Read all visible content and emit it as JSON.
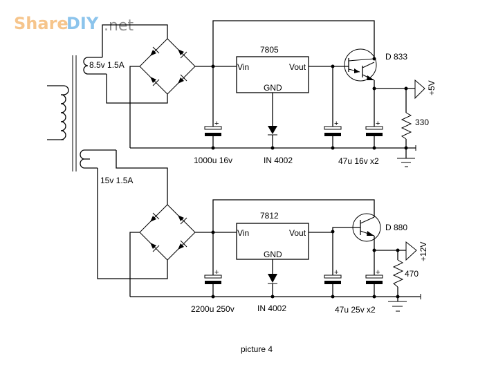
{
  "watermark": {
    "part1": "Share",
    "part2": "DIY",
    "part3": ".net",
    "colors": {
      "share": "#f6c58c",
      "diy": "#8cc4ec",
      "net": "#909090"
    }
  },
  "caption": "picture 4",
  "transformer": {
    "secondary_top_label": "8.5v 1.5A",
    "secondary_bottom_label": "15v 1.5A"
  },
  "circuit_5v": {
    "regulator": {
      "part": "7805",
      "vin": "Vin",
      "vout": "Vout",
      "gnd": "GND"
    },
    "input_cap_label": "1000u 16v",
    "gnd_diode_label": "IN 4002",
    "output_caps_label": "47u 16v x2",
    "transistor_label": "D 833",
    "resistor_label": "330",
    "output_label": "+5V",
    "cap_polarity": "+"
  },
  "circuit_12v": {
    "regulator": {
      "part": "7812",
      "vin": "Vin",
      "vout": "Vout",
      "gnd": "GND"
    },
    "input_cap_label": "2200u 250v",
    "gnd_diode_label": "IN 4002",
    "output_caps_label": "47u 25v x2",
    "transistor_label": "D 880",
    "resistor_label": "470",
    "output_label": "+12V",
    "cap_polarity": "+"
  }
}
